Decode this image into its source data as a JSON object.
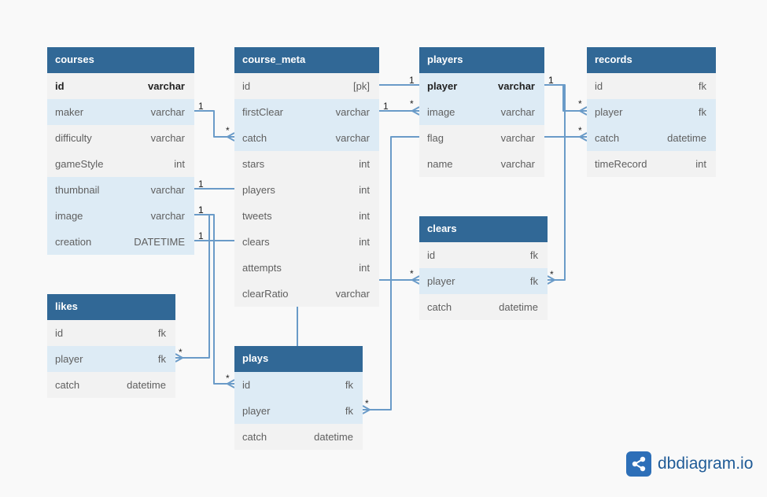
{
  "tables": [
    {
      "id": "courses",
      "name": "courses",
      "rows": [
        {
          "name": "id",
          "type": "varchar",
          "hl": false,
          "bold": true
        },
        {
          "name": "maker",
          "type": "varchar",
          "hl": true
        },
        {
          "name": "difficulty",
          "type": "varchar"
        },
        {
          "name": "gameStyle",
          "type": "int"
        },
        {
          "name": "thumbnail",
          "type": "varchar",
          "hl": true
        },
        {
          "name": "image",
          "type": "varchar",
          "hl": true
        },
        {
          "name": "creation",
          "type": "DATETIME",
          "hl": true
        }
      ]
    },
    {
      "id": "course_meta",
      "name": "course_meta",
      "rows": [
        {
          "name": "id",
          "type": "[pk]"
        },
        {
          "name": "firstClear",
          "type": "varchar",
          "hl": true
        },
        {
          "name": "catch",
          "type": "varchar",
          "hl": true
        },
        {
          "name": "stars",
          "type": "int"
        },
        {
          "name": "players",
          "type": "int"
        },
        {
          "name": "tweets",
          "type": "int"
        },
        {
          "name": "clears",
          "type": "int"
        },
        {
          "name": "attempts",
          "type": "int"
        },
        {
          "name": "clearRatio",
          "type": "varchar"
        }
      ]
    },
    {
      "id": "players",
      "name": "players",
      "rows": [
        {
          "name": "player",
          "type": "varchar",
          "hl": true,
          "bold": true
        },
        {
          "name": "image",
          "type": "varchar",
          "hl": true
        },
        {
          "name": "flag",
          "type": "varchar"
        },
        {
          "name": "name",
          "type": "varchar"
        }
      ]
    },
    {
      "id": "records",
      "name": "records",
      "rows": [
        {
          "name": "id",
          "type": "fk"
        },
        {
          "name": "player",
          "type": "fk",
          "hl": true
        },
        {
          "name": "catch",
          "type": "datetime",
          "hl": true
        },
        {
          "name": "timeRecord",
          "type": "int"
        }
      ]
    },
    {
      "id": "clears",
      "name": "clears",
      "rows": [
        {
          "name": "id",
          "type": "fk"
        },
        {
          "name": "player",
          "type": "fk",
          "hl": true
        },
        {
          "name": "catch",
          "type": "datetime"
        }
      ]
    },
    {
      "id": "likes",
      "name": "likes",
      "rows": [
        {
          "name": "id",
          "type": "fk"
        },
        {
          "name": "player",
          "type": "fk",
          "hl": true
        },
        {
          "name": "catch",
          "type": "datetime"
        }
      ]
    },
    {
      "id": "plays",
      "name": "plays",
      "rows": [
        {
          "name": "id",
          "type": "fk",
          "hl": true
        },
        {
          "name": "player",
          "type": "fk",
          "hl": true
        },
        {
          "name": "catch",
          "type": "datetime"
        }
      ]
    }
  ],
  "relations": [
    {
      "from": [
        "courses",
        "maker"
      ],
      "to": [
        "course_meta",
        "catch"
      ],
      "from_card": "1",
      "to_card": "*"
    },
    {
      "from": [
        "courses",
        "image"
      ],
      "to": [
        "likes",
        "player"
      ],
      "from_card": "1",
      "to_card": "*"
    },
    {
      "from": [
        "courses",
        "image"
      ],
      "to": [
        "plays",
        "id"
      ],
      "from_card": "1",
      "to_card": "*"
    },
    {
      "from": [
        "courses",
        "thumbnail"
      ],
      "to": [
        "course_meta",
        "players"
      ],
      "from_card": "1",
      "to_card": ""
    },
    {
      "from": [
        "courses",
        "creation"
      ],
      "to": [
        "course_meta",
        "clears"
      ],
      "from_card": "1",
      "to_card": ""
    },
    {
      "from": [
        "course_meta",
        "firstClear"
      ],
      "to": [
        "players",
        "image"
      ],
      "from_card": "1",
      "to_card": "*"
    },
    {
      "from": [
        "course_meta",
        "id"
      ],
      "to": [
        "players",
        "player"
      ],
      "from_card": "",
      "to_card": "1"
    },
    {
      "from": [
        "players",
        "player"
      ],
      "to": [
        "records",
        "player"
      ],
      "from_card": "1",
      "to_card": "*"
    },
    {
      "from": [
        "players",
        "flag"
      ],
      "to": [
        "records",
        "catch"
      ],
      "from_card": "",
      "to_card": "*"
    },
    {
      "from": [
        "players",
        "player"
      ],
      "to": [
        "clears",
        "player"
      ],
      "from_card": "1",
      "to_card": "*"
    },
    {
      "from": [
        "course_meta",
        "clearRatio"
      ],
      "to": [
        "clears",
        "player"
      ],
      "from_card": "",
      "to_card": "*"
    },
    {
      "from": [
        "players",
        "flag"
      ],
      "to": [
        "plays",
        "player"
      ],
      "from_card": "",
      "to_card": "*"
    },
    {
      "from": [
        "course_meta",
        "clearRatio"
      ],
      "to": [
        "plays",
        "plays"
      ],
      "from_card": "",
      "to_card": ""
    }
  ],
  "logo": {
    "text": "dbdiagram.io",
    "icon": "share-nodes-icon"
  },
  "colors": {
    "header": "#316896",
    "highlight": "#ddebf5",
    "edge": "#6a9bc8",
    "background": "#f9f9f9"
  }
}
